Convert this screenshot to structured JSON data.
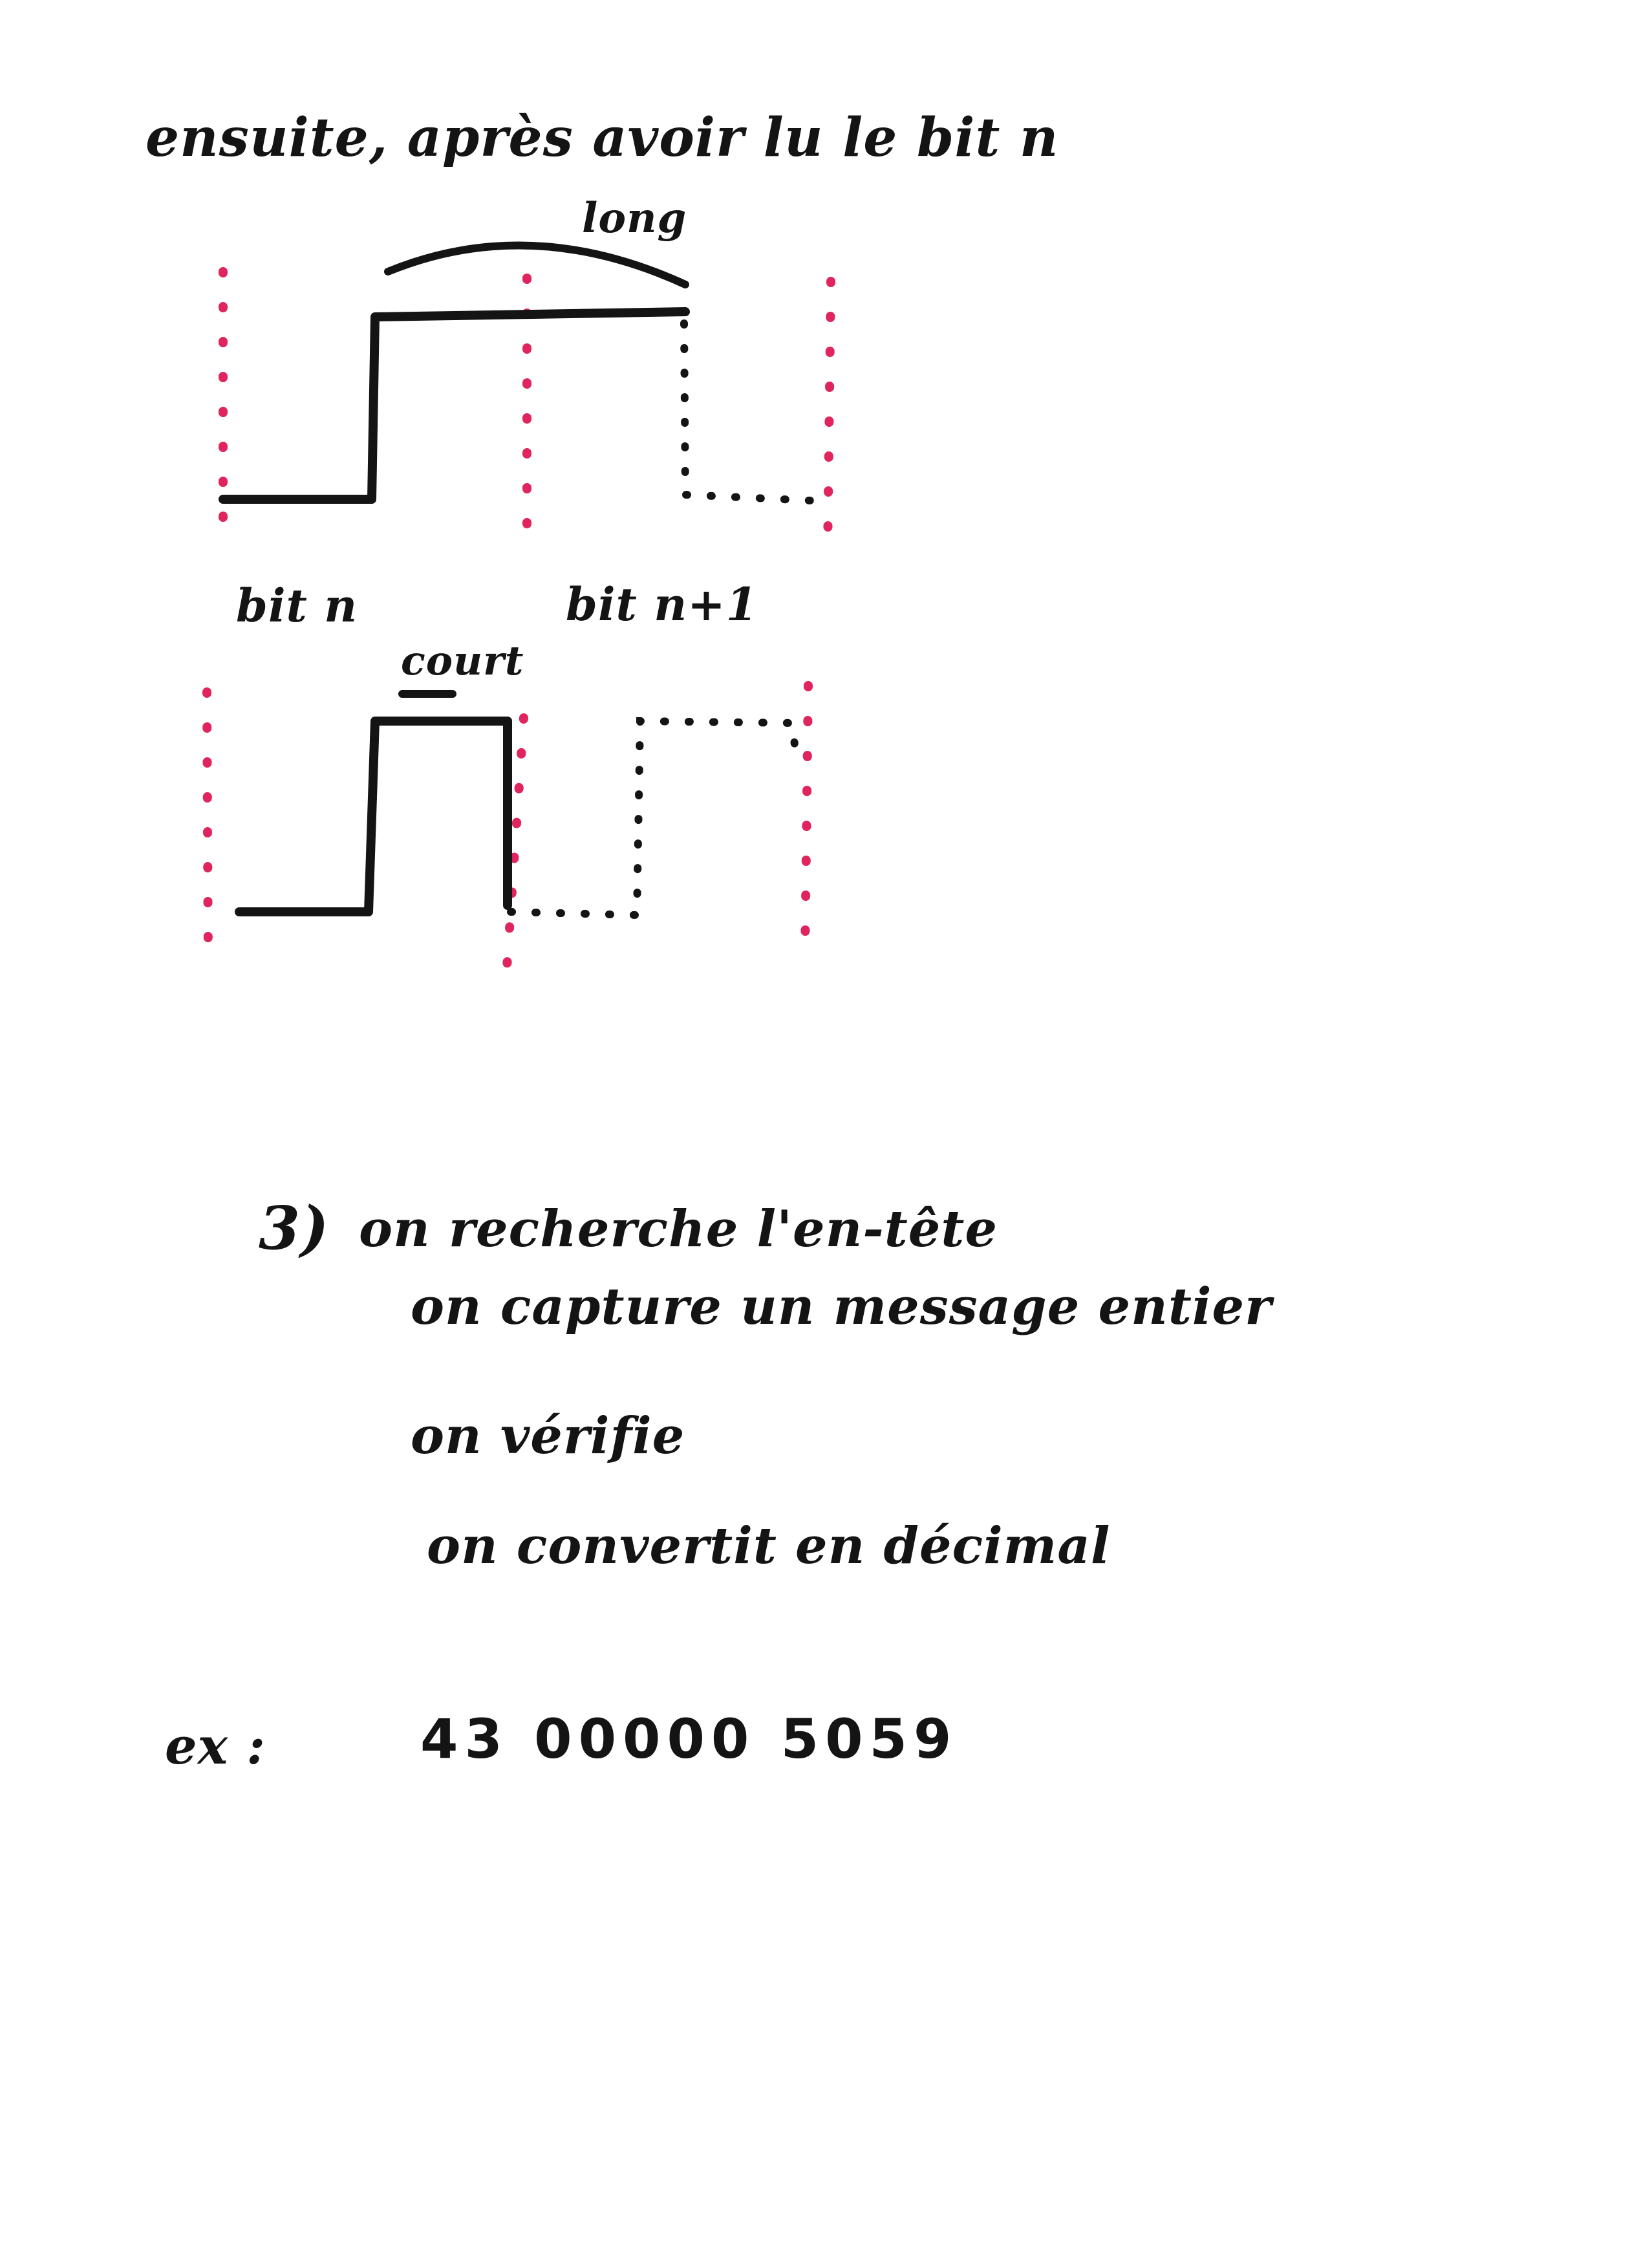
{
  "intro_line": "ensuite, après avoir lu le bit n",
  "diagram": {
    "label_long": "long",
    "label_bit_n": "bit n",
    "label_bit_n1": "bit n+1",
    "label_court": "court",
    "colors": {
      "ink": "#141414",
      "marker_red": "#e0245e"
    }
  },
  "steps": {
    "number": "3)",
    "items": [
      "on recherche l'en-tête",
      "on capture un message entier",
      "on vérifie",
      "on convertit en décimal"
    ]
  },
  "example": {
    "label": "ex :",
    "value": "43 00000 5059"
  }
}
